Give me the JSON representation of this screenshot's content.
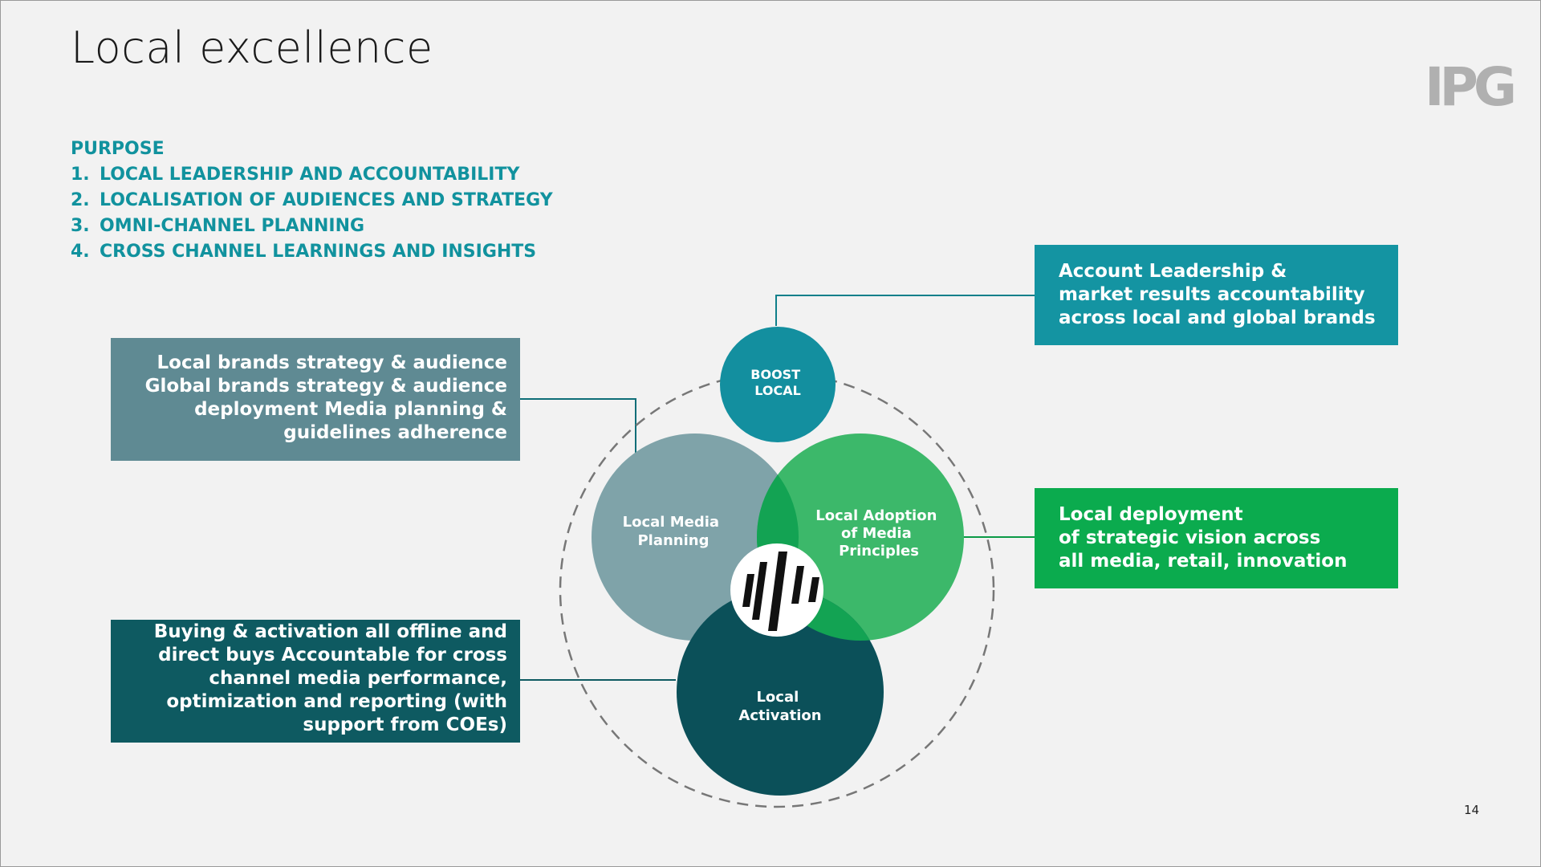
{
  "title": "Local excellence",
  "logo_text": "IPG",
  "purpose": {
    "heading": "PURPOSE",
    "items": [
      {
        "num": "1.",
        "text": "LOCAL LEADERSHIP AND ACCOUNTABILITY"
      },
      {
        "num": "2.",
        "text": "LOCALISATION OF AUDIENCES AND STRATEGY"
      },
      {
        "num": "3.",
        "text": "OMNI-CHANNEL PLANNING"
      },
      {
        "num": "4.",
        "text": "CROSS CHANNEL LEARNINGS AND INSIGHTS"
      }
    ]
  },
  "boxes": {
    "left_top": [
      "Local brands strategy & audience",
      "Global brands strategy & audience",
      "deployment Media planning &",
      "guidelines adherence"
    ],
    "left_bottom": [
      "Buying & activation all offline and",
      "direct buys Accountable for cross",
      "channel media performance,",
      "optimization and reporting (with",
      "support from COEs)"
    ],
    "right_top": [
      "Account Leadership &",
      "market results  accountability",
      "across local and global brands"
    ],
    "right_mid": [
      "Local deployment",
      "of strategic vision across",
      "all media, retail, innovation"
    ]
  },
  "circles": {
    "boost": [
      "BOOST",
      "LOCAL"
    ],
    "planning": [
      "Local Media",
      "Planning"
    ],
    "adoption": [
      "Local Adoption",
      "of Media",
      "Principles"
    ],
    "activation": [
      "Local",
      "Activation"
    ]
  },
  "colors": {
    "boost": "#138f9f",
    "planning": "#7fa3a9",
    "adoption": "#3cb86a",
    "activation": "#0b5059",
    "overlap_green": "#13a353",
    "overlap_teal": "#1d8e8e",
    "purpose_text": "#11929e"
  },
  "center_icon": "bar-chart-logo-icon",
  "page_number": "14"
}
